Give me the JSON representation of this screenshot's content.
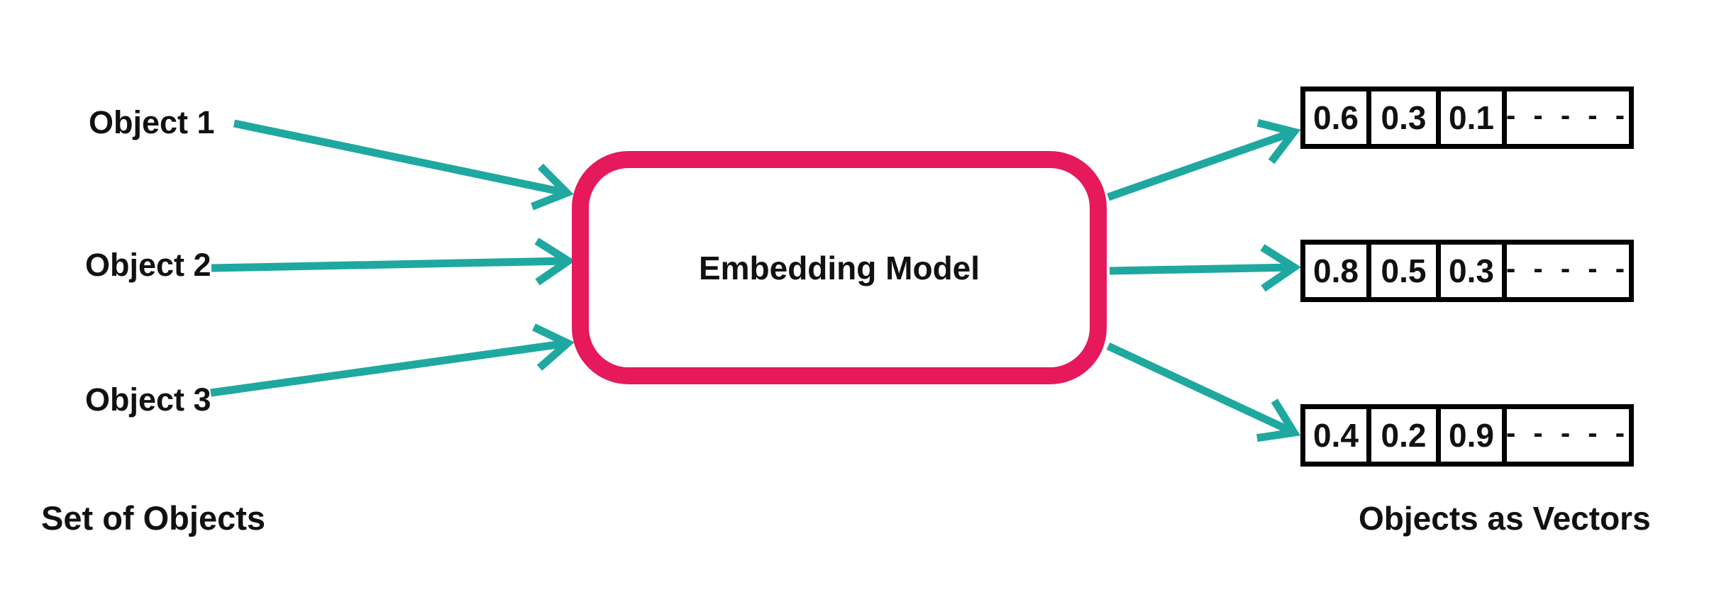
{
  "colors": {
    "background": "#ffffff",
    "arrow_teal": "#1fa8a0",
    "model_border_pink": "#e5195b",
    "text": "#111111",
    "vector_border": "#000000"
  },
  "inputs": {
    "caption": "Set of Objects",
    "items": [
      {
        "label": "Object 1"
      },
      {
        "label": "Object 2"
      },
      {
        "label": "Object 3"
      }
    ]
  },
  "model": {
    "label": "Embedding Model"
  },
  "outputs": {
    "caption": "Objects as Vectors",
    "vectors": [
      {
        "values": [
          "0.6",
          "0.3",
          "0.1"
        ],
        "ellipsis": "- - - - -"
      },
      {
        "values": [
          "0.8",
          "0.5",
          "0.3"
        ],
        "ellipsis": "- - - - -"
      },
      {
        "values": [
          "0.4",
          "0.2",
          "0.9"
        ],
        "ellipsis": "- - - - -"
      }
    ]
  }
}
